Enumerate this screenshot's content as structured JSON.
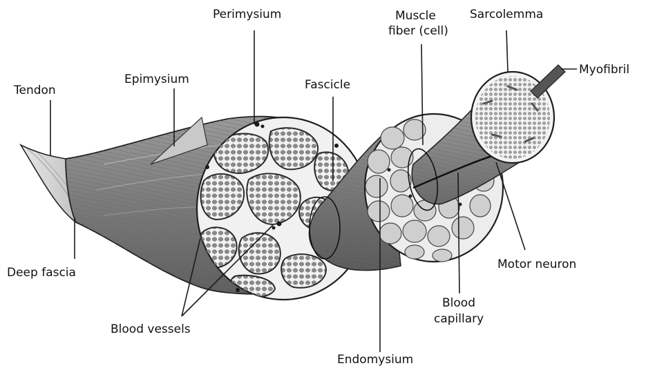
{
  "labels": {
    "perimysium": "Perimysium",
    "muscle_fiber_line1": "Muscle",
    "muscle_fiber_line2": "fiber (cell)",
    "sarcolemma": "Sarcolemma",
    "myofibril": "Myofibril",
    "tendon": "Tendon",
    "epimysium": "Epimysium",
    "fascicle": "Fascicle",
    "deep_fascia": "Deep fascia",
    "motor_neuron": "Motor neuron",
    "blood_capillary_line1": "Blood",
    "blood_capillary_line2": "capillary",
    "blood_vessels": "Blood vessels",
    "endomysium": "Endomysium"
  },
  "colors": {
    "muscle_dark": "#6e6e6e",
    "muscle_mid": "#8c8c8c",
    "muscle_light": "#bdbdbd",
    "cell_fill": "#d8d8d8",
    "outline": "#1e1e1e",
    "background": "#ffffff"
  }
}
